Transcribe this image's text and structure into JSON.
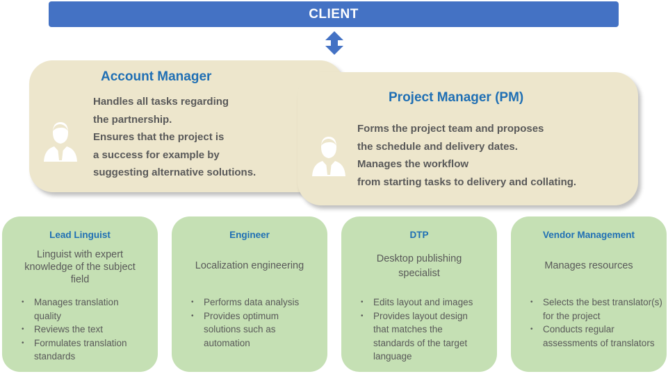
{
  "client": {
    "label": "CLIENT"
  },
  "colors": {
    "client_bar": "#4472c4",
    "manager_card": "#ede6cc",
    "role_card": "#c5e0b4",
    "title_blue": "#1f6fb4",
    "text_gray": "#595959"
  },
  "account_manager": {
    "title": "Account Manager",
    "lines": [
      "Handles all tasks regarding",
      "the partnership.",
      "Ensures that the project is",
      "a success for example by",
      "suggesting alternative solutions."
    ],
    "icon": "person-icon"
  },
  "project_manager": {
    "title": "Project Manager (PM)",
    "lines": [
      "Forms the project team and proposes",
      "the schedule and delivery dates.",
      "Manages the workflow",
      "from starting tasks to delivery and collating."
    ],
    "icon": "person-icon"
  },
  "roles": [
    {
      "title": "Lead Linguist",
      "desc_lines": [
        "Linguist with expert",
        "knowledge of the subject",
        "field"
      ],
      "bullets": [
        "Manages translation quality",
        "Reviews the text",
        "Formulates translation standards"
      ]
    },
    {
      "title": "Engineer",
      "desc_lines": [
        "Localization engineering"
      ],
      "bullets": [
        "Performs data analysis",
        "Provides optimum solutions such as automation"
      ]
    },
    {
      "title": "DTP",
      "desc_lines": [
        "Desktop publishing",
        "specialist"
      ],
      "bullets": [
        "Edits layout and images",
        "Provides layout design that matches the standards of the target language"
      ]
    },
    {
      "title": "Vendor Management",
      "desc_lines": [
        "Manages resources"
      ],
      "bullets": [
        "Selects the best translator(s) for the project",
        "Conducts regular assessments of translators"
      ]
    }
  ]
}
